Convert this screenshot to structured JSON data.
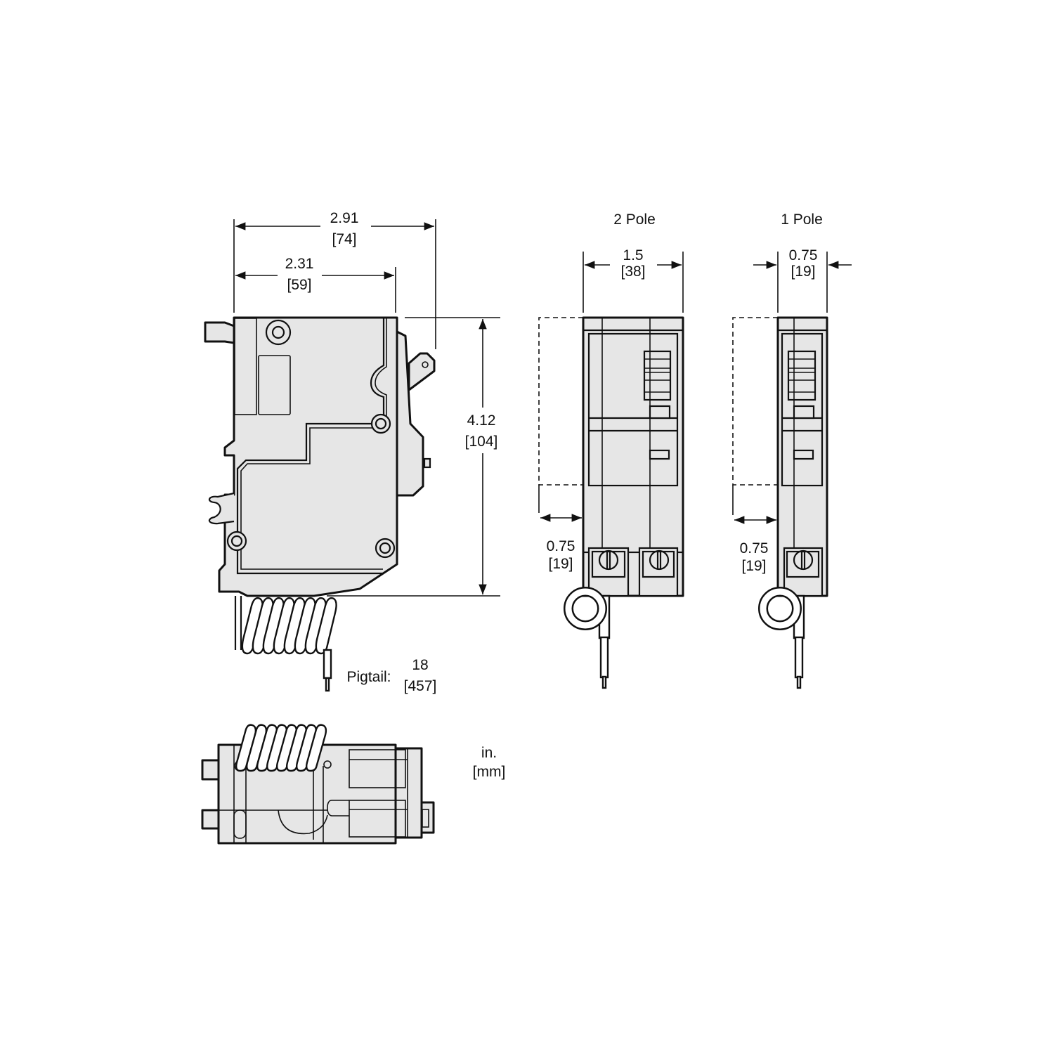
{
  "dimensions": {
    "overall_depth": {
      "in": "2.91",
      "mm": "[74]"
    },
    "body_depth": {
      "in": "2.31",
      "mm": "[59]"
    },
    "height": {
      "in": "4.12",
      "mm": "[104]"
    },
    "two_pole_width": {
      "in": "1.5",
      "mm": "[38]"
    },
    "one_pole_width": {
      "in": "0.75",
      "mm": "[19]"
    },
    "two_pole_offset": {
      "in": "0.75",
      "mm": "[19]"
    },
    "one_pole_offset": {
      "in": "0.75",
      "mm": "[19]"
    },
    "pigtail": {
      "label": "Pigtail:",
      "in": "18",
      "mm": "[457]"
    }
  },
  "views": {
    "two_pole_title": "2 Pole",
    "one_pole_title": "1 Pole"
  },
  "units": {
    "primary": "in.",
    "secondary": "[mm]"
  },
  "colors": {
    "body_fill": "#e6e6e6",
    "line": "#111111"
  }
}
